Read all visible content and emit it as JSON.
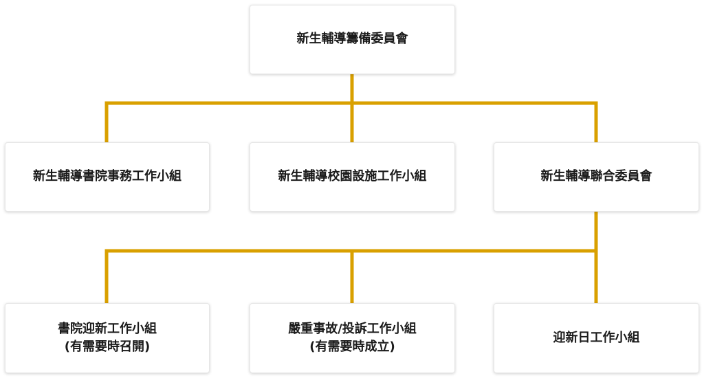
{
  "colors": {
    "connector": "#d9a000",
    "box_background": "#ffffff",
    "box_border": "#e6e6e6",
    "text": "#1a1a1a"
  },
  "org_chart": {
    "root": {
      "label": "新生輔導籌備委員會"
    },
    "level1": [
      {
        "label": "新生輔導書院事務工作小組"
      },
      {
        "label": "新生輔導校園設施工作小組"
      },
      {
        "label": "新生輔導聯合委員會"
      }
    ],
    "level2": [
      {
        "label": "書院迎新工作小組",
        "note": "(有需要時召開)"
      },
      {
        "label": "嚴重事故/投訴工作小組",
        "note": "(有需要時成立)"
      },
      {
        "label": "迎新日工作小組"
      }
    ]
  }
}
